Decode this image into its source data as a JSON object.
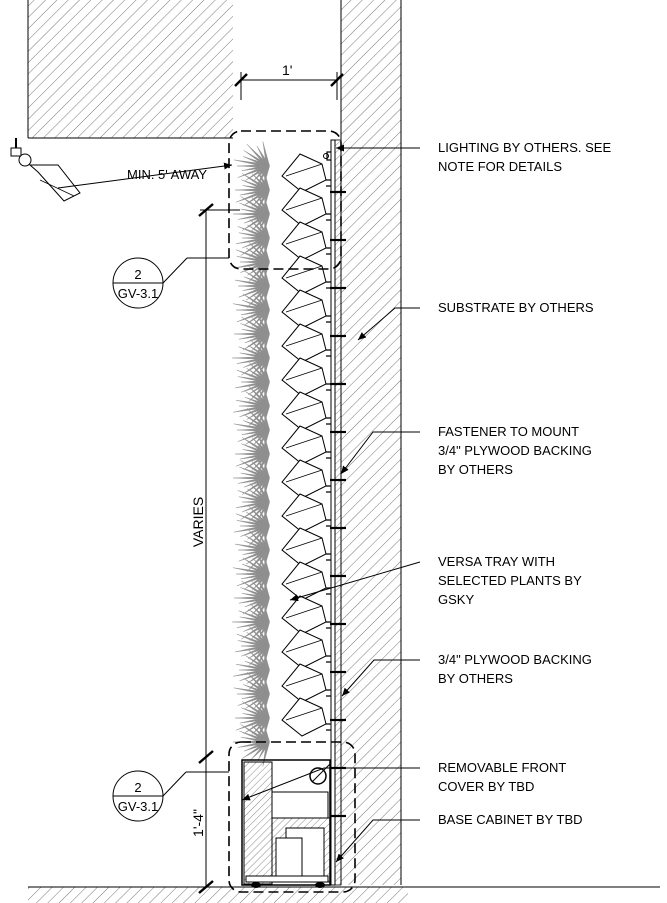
{
  "dimensions": {
    "width_label": "1'",
    "height_label": "VARIES",
    "base_height_label": "1'-4\"",
    "light_distance_label": "MIN. 5' AWAY"
  },
  "callouts": {
    "top": {
      "number": "2",
      "sheet": "GV-3.1"
    },
    "bottom": {
      "number": "2",
      "sheet": "GV-3.1"
    }
  },
  "notes": [
    {
      "lines": [
        "LIGHTING BY OTHERS. SEE",
        "NOTE FOR DETAILS"
      ]
    },
    {
      "lines": [
        "SUBSTRATE BY OTHERS"
      ]
    },
    {
      "lines": [
        "FASTENER TO MOUNT",
        "3/4\" PLYWOOD BACKING",
        "BY OTHERS"
      ]
    },
    {
      "lines": [
        "VERSA TRAY WITH",
        "SELECTED PLANTS BY",
        "GSKY"
      ]
    },
    {
      "lines": [
        "3/4\" PLYWOOD BACKING",
        "BY OTHERS"
      ]
    },
    {
      "lines": [
        "REMOVABLE FRONT",
        "COVER BY TBD"
      ]
    },
    {
      "lines": [
        "BASE CABINET BY TBD"
      ]
    }
  ],
  "colors": {
    "line": "#000000",
    "plant": "#8f8f8f",
    "hatch": "#555555"
  },
  "icons": [
    "light-fixture-icon",
    "plant-icon",
    "tray-icon"
  ]
}
